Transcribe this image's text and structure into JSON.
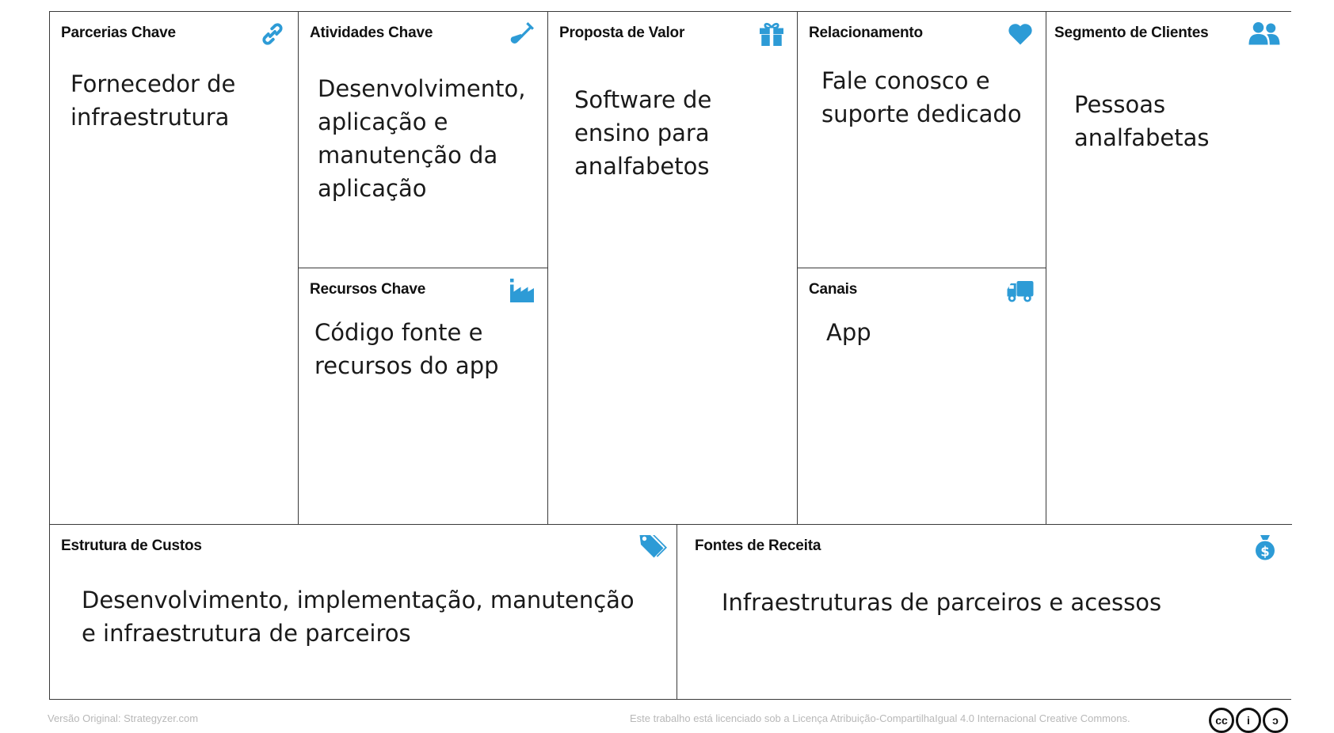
{
  "colors": {
    "icon": "#2d9bd6",
    "border": "#3a3a3a"
  },
  "blocks": {
    "partners": {
      "title": "Parcerias Chave",
      "icon": "link-icon",
      "text": "Fornecedor de\ninfraestrutura"
    },
    "activities": {
      "title": "Atividades Chave",
      "icon": "shovel-icon",
      "text": "Desenvolvimento,\naplicação e\nmanutenção da\naplicação"
    },
    "resources": {
      "title": "Recursos Chave",
      "icon": "factory-icon",
      "text": "Código fonte e\nrecursos do app"
    },
    "value": {
      "title": "Proposta de Valor",
      "icon": "gift-icon",
      "text": "Software de\nensino para\nanalfabetos"
    },
    "relationship": {
      "title": "Relacionamento",
      "icon": "heart-icon",
      "text": "Fale conosco e\nsuporte dedicado"
    },
    "channels": {
      "title": "Canais",
      "icon": "truck-icon",
      "text": "App"
    },
    "segments": {
      "title": "Segmento de Clientes",
      "icon": "users-icon",
      "text": "Pessoas\nanalfabetas"
    },
    "costs": {
      "title": "Estrutura de Custos",
      "icon": "tag-icon",
      "text": "Desenvolvimento, implementação, manutenção\ne infraestrutura de parceiros"
    },
    "revenue": {
      "title": "Fontes de Receita",
      "icon": "money-bag-icon",
      "text": "Infraestruturas de parceiros e acessos"
    }
  },
  "footer": {
    "left": "Versão Original: Strategyzer.com",
    "right": "Este trabalho está licenciado sob a Licença Atribuição-CompartilhaIgual 4.0 Internacional Creative Commons."
  },
  "license_badges": [
    "cc",
    "i",
    "ↄ"
  ]
}
